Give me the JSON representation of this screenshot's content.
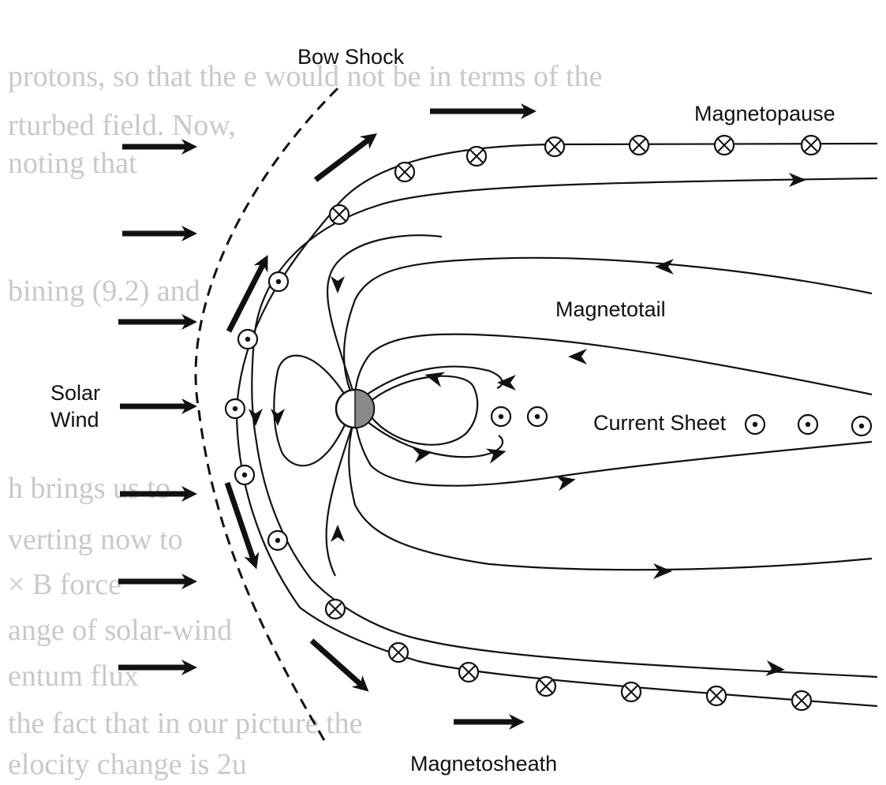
{
  "diagram": {
    "labels": {
      "bow_shock": "Bow Shock",
      "magnetopause": "Magnetopause",
      "magnetotail": "Magnetotail",
      "solar_wind_line1": "Solar",
      "solar_wind_line2": "Wind",
      "current_sheet": "Current Sheet",
      "magnetosheath": "Magnetosheath"
    },
    "bleed_through_text": [
      "protons, so that the e     would not be     in terms of the",
      "rturbed field. Now,",
      "noting that",
      "bining (9.2) and",
      "h brings us to",
      "verting now to",
      "× B force",
      "ange of solar-wind",
      "entum flux",
      "the fact that in our picture the",
      "elocity change is 2u"
    ],
    "colors": {
      "ink": "#111111",
      "bleed_through": "#c9c9c9",
      "planet_night_side": "#8a8a8a",
      "background": "#ffffff"
    },
    "symbols": {
      "into_page": "circle-with-x",
      "out_of_page": "circle-with-dot"
    }
  }
}
